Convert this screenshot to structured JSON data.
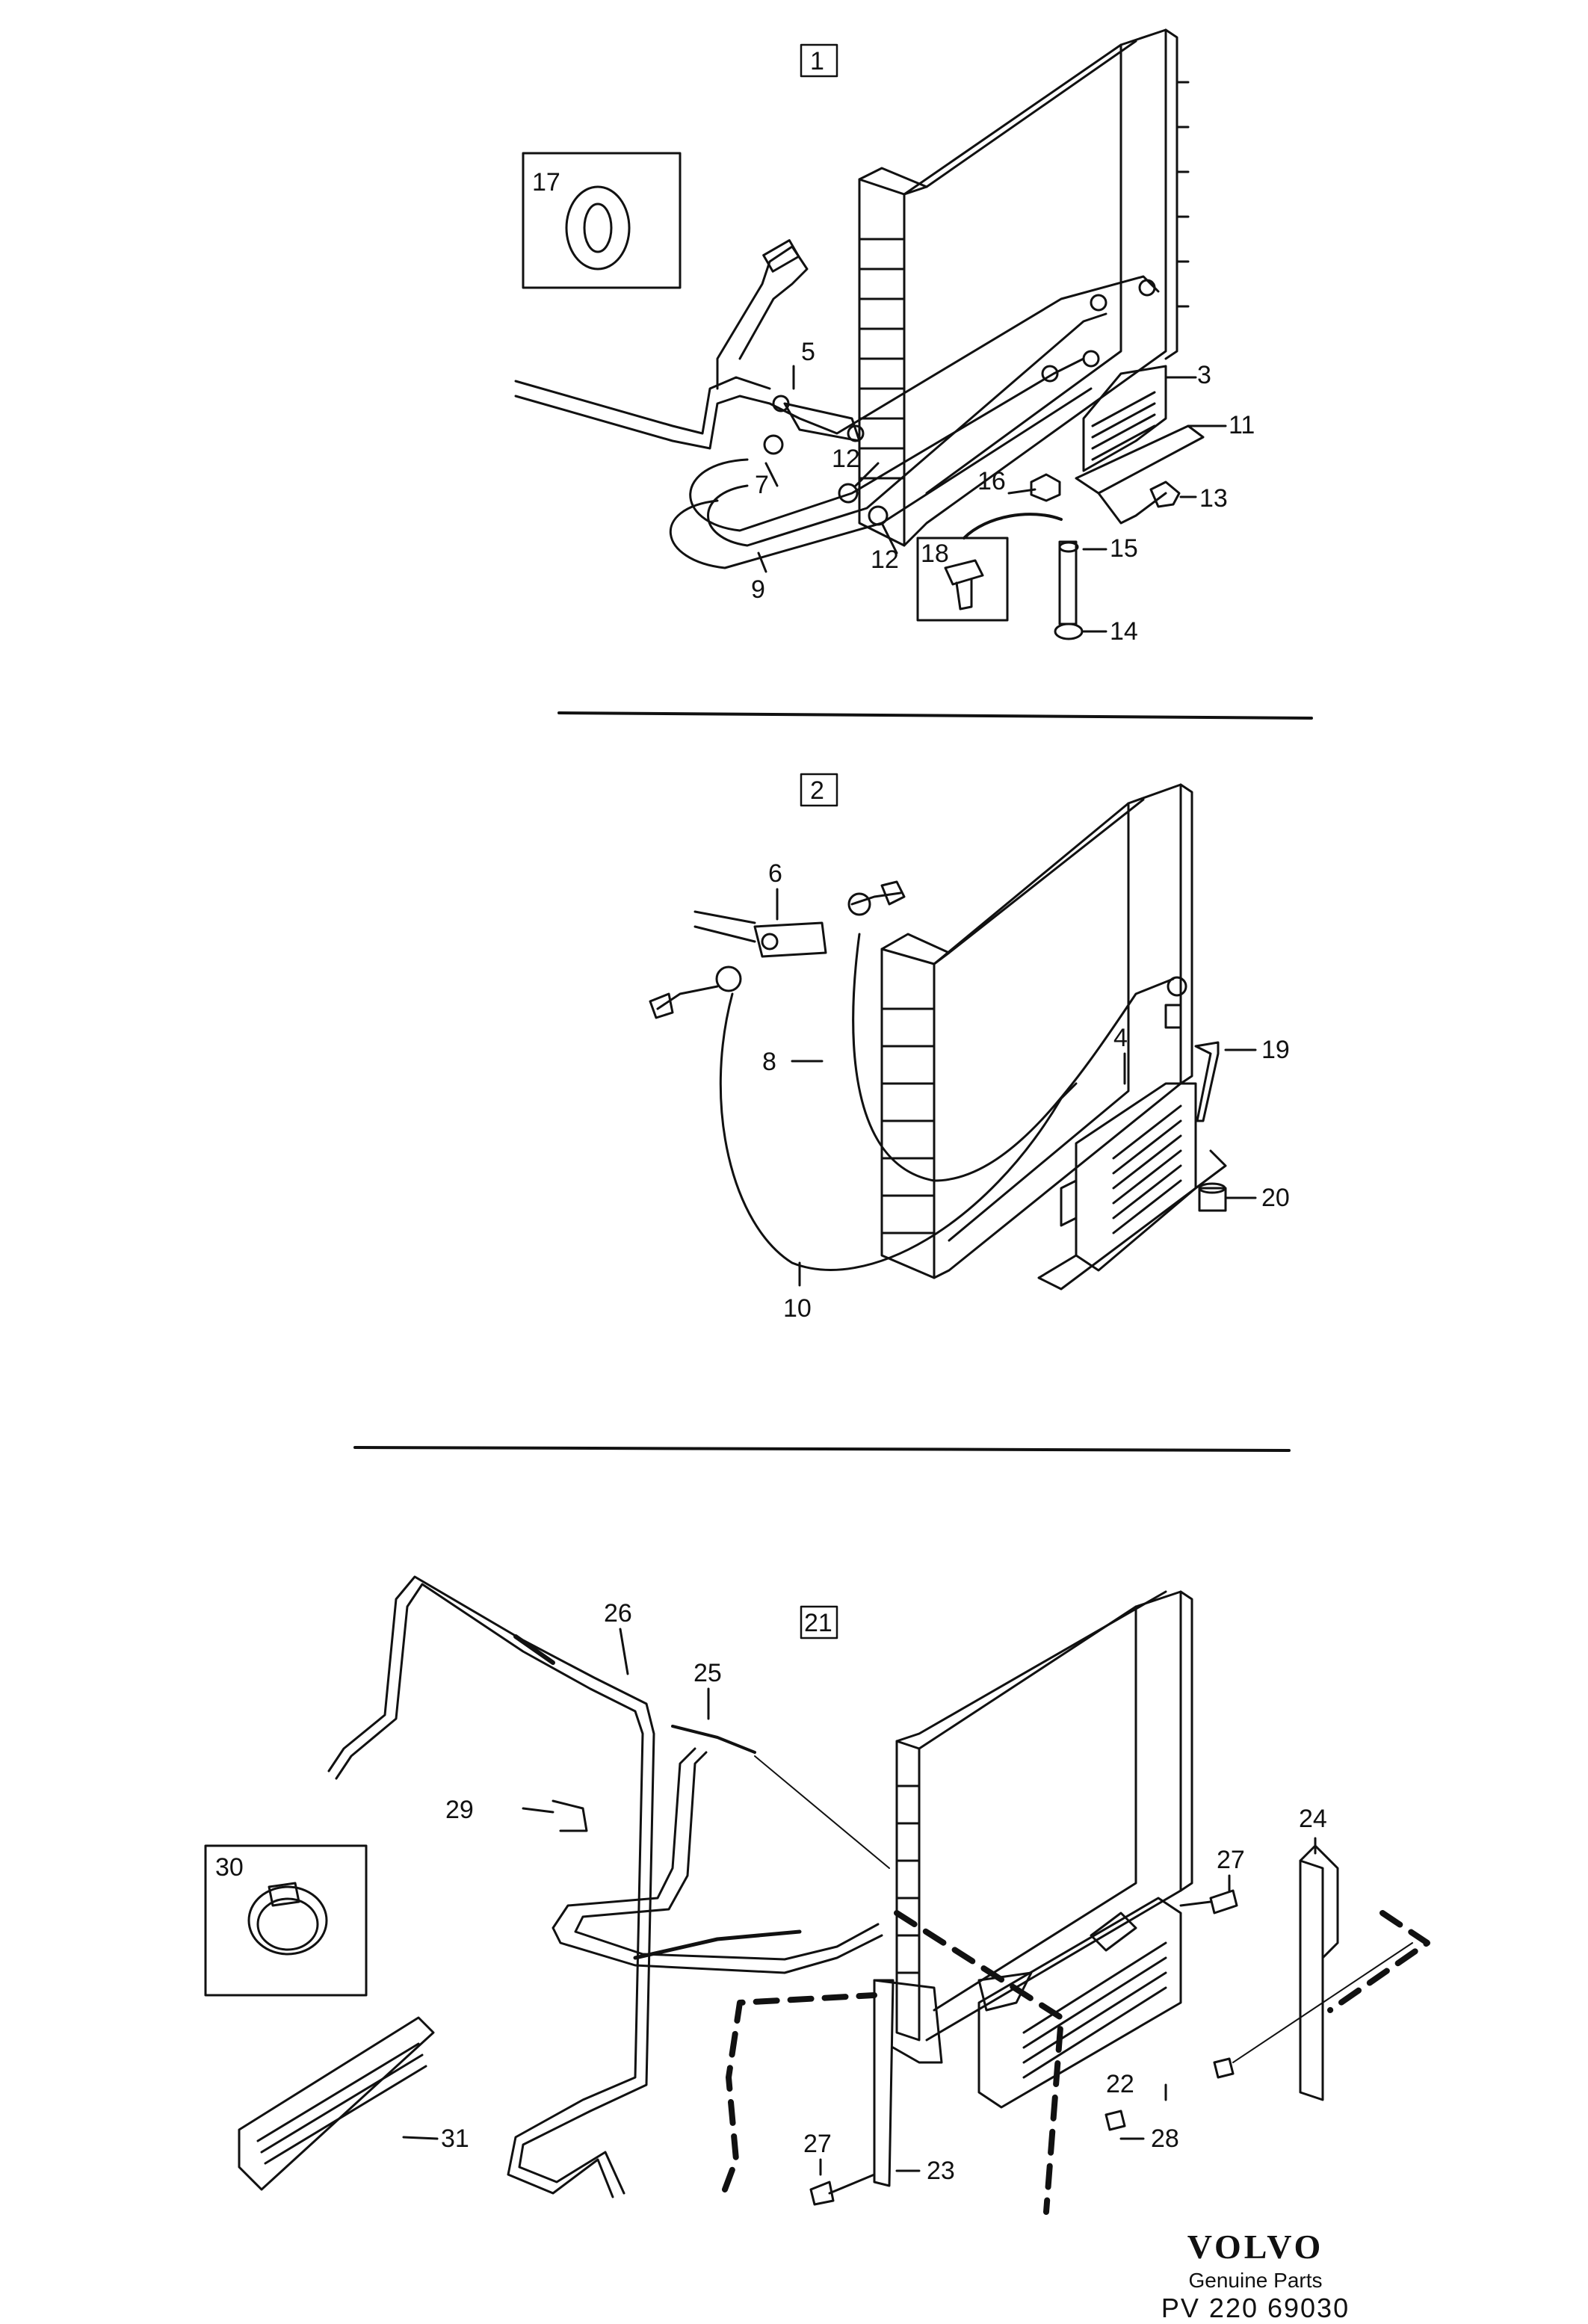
{
  "sections": [
    {
      "box": "1"
    },
    {
      "box": "2"
    },
    {
      "box": "21"
    }
  ],
  "callouts_s1": [
    "17",
    "5",
    "3",
    "11",
    "12",
    "7",
    "16",
    "13",
    "12",
    "15",
    "9",
    "18",
    "14"
  ],
  "callouts_s2": [
    "6",
    "19",
    "8",
    "4",
    "20",
    "10"
  ],
  "callouts_s3": [
    "26",
    "25",
    "29",
    "30",
    "27",
    "24",
    "31",
    "27",
    "22",
    "28",
    "23"
  ],
  "footer": {
    "brand": "VOLVO",
    "subtitle": "Genuine Parts",
    "reference": "PV 220 69030"
  }
}
